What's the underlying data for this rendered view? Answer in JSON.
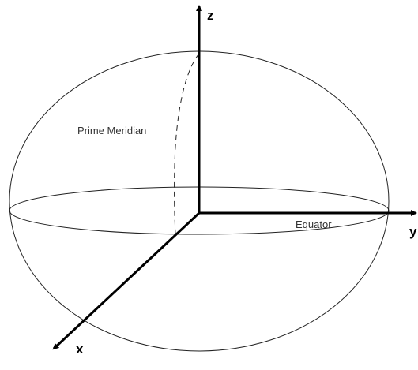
{
  "labels": {
    "axis_z": "z",
    "axis_y": "y",
    "axis_x": "x",
    "prime_meridian": "Prime Meridian",
    "equator": "Equator"
  },
  "colors": {
    "background": "#ffffff",
    "line": "#000000",
    "thin_line": "#222222",
    "text": "#333333"
  }
}
